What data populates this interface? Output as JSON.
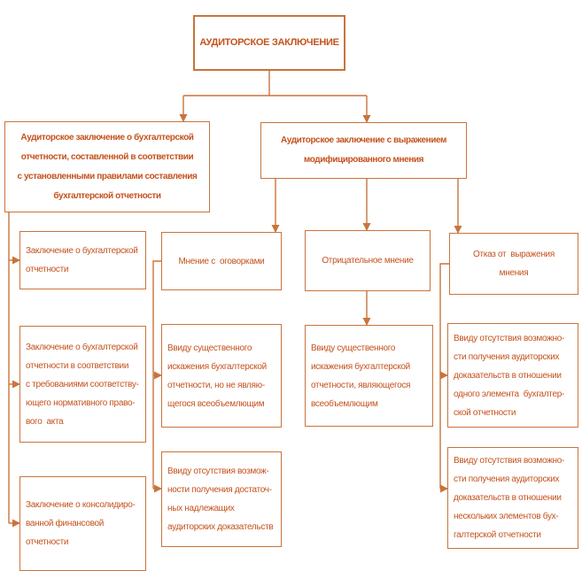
{
  "diagram_title": "АУДИТОРСКОЕ ЗАКЛЮЧЕНИЕ",
  "colors": {
    "line": "#C8743C",
    "text": "#C4521D"
  },
  "nodes": {
    "root": "АУДИТОРСКОЕ ЗАКЛЮЧЕНИЕ",
    "unmodified": "Аудиторское заключение о бухгалтерской\nотчетности, составленной в соответствии\nс установленными правилами составления\nбухгалтерской отчетности",
    "modified": "Аудиторское заключение с выражением\nмодифицированного мнения",
    "fs_opinion": "Заключение о бухгалтерской\nотчетности",
    "qualified_opinion": "Мнение с  оговорками",
    "adverse_opinion": "Отрицательное мнение",
    "disclaimer_of_opinion": "Отказ от  выражения\nмнения",
    "fs_regulatory": "Заключение о бухгалтерской\nотчетности в соответствии\nс требованиями соответству-\nющего нормативного право-\nвого  акта",
    "consolidated": "Заключение о консолидиро-\nванной финансовой\nотчетности",
    "qualified_misstatement": "Ввиду существенного\nискажения бухгалтерской\nотчетности, но не являю-\nщегося всеобъемлющим",
    "qualified_insufficient_evidence": "Ввиду отсутствия возмож-\nности получения достаточ-\nных надлежащих\nаудиторских доказательств",
    "adverse_pervasive": "Ввиду существенного\nискажения бухгалтерской\nотчетности, являющегося\nвсеобъемлющим",
    "disclaimer_one_element": "Ввиду отсутствия возможно-\nсти получения аудиторских\nдоказательств в отношении\nодного элемента  бухгалтер-\nской отчетности",
    "disclaimer_several_elements": "Ввиду отсутствия возможно-\nсти получения аудиторских\nдоказательств в отношении\nнескольких элементов бух-\nгалтерской отчетности"
  }
}
